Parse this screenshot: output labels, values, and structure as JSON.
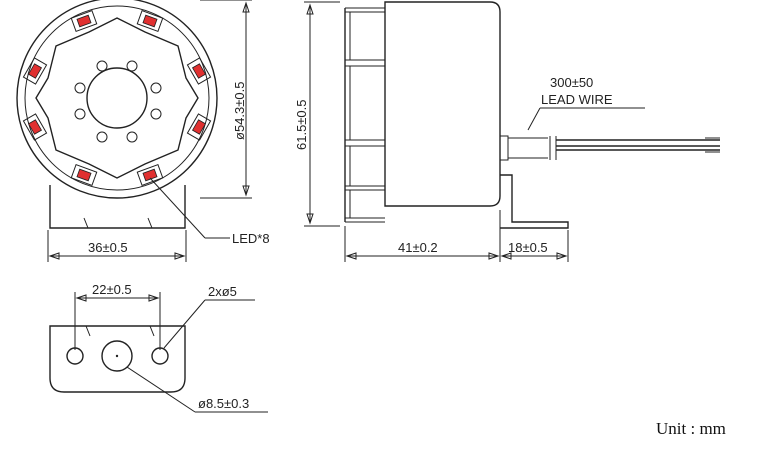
{
  "dimensions": {
    "diameter": "ø54.3±0.5",
    "height": "61.5±0.5",
    "bracket_width": "36±0.5",
    "body_depth": "41±0.2",
    "bracket_depth": "18±0.5",
    "hole_spacing": "22±0.5",
    "mount_holes": "2xø5",
    "center_hole": "ø8.5±0.3"
  },
  "labels": {
    "led": "LED*8",
    "lead_length": "300±50",
    "lead_wire": "LEAD WIRE",
    "unit": "Unit : mm"
  },
  "colors": {
    "led": "#e03030",
    "line": "#222222"
  }
}
